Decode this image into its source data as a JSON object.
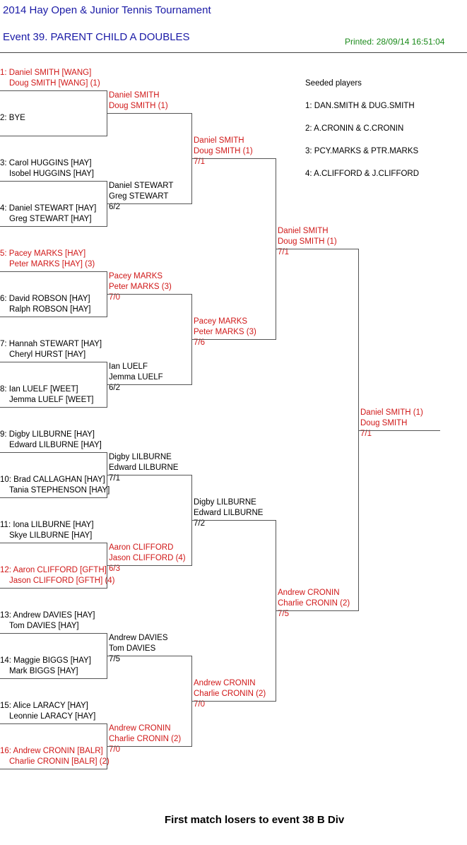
{
  "header": {
    "title": "2014 Hay Open & Junior Tennis Tournament",
    "event": "Event 39. PARENT CHILD A DOUBLES",
    "printed": "Printed: 28/09/14 16:51:04"
  },
  "seeded": {
    "heading": "Seeded players",
    "players": [
      "1: DAN.SMITH & DUG.SMITH",
      "2: A.CRONIN & C.CRONIN",
      "3: PCY.MARKS & PTR.MARKS",
      "4: A.CLIFFORD & J.CLIFFORD"
    ]
  },
  "round1": [
    {
      "l1": "1: Daniel SMITH [WANG]",
      "l2": "Doug SMITH [WANG] (1)",
      "seeded": true
    },
    {
      "l1": "2: BYE",
      "l2": "",
      "seeded": false
    },
    {
      "l1": "3: Carol HUGGINS [HAY]",
      "l2": "Isobel HUGGINS [HAY]",
      "seeded": false
    },
    {
      "l1": "4: Daniel STEWART [HAY]",
      "l2": "Greg STEWART [HAY]",
      "seeded": false
    },
    {
      "l1": "5: Pacey MARKS [HAY]",
      "l2": "Peter MARKS [HAY] (3)",
      "seeded": true
    },
    {
      "l1": "6: David ROBSON [HAY]",
      "l2": "Ralph ROBSON [HAY]",
      "seeded": false
    },
    {
      "l1": "7: Hannah STEWART [HAY]",
      "l2": "Cheryl HURST [HAY]",
      "seeded": false
    },
    {
      "l1": "8: Ian LUELF [WEET]",
      "l2": "Jemma LUELF [WEET]",
      "seeded": false
    },
    {
      "l1": "9: Digby LILBURNE [HAY]",
      "l2": "Edward LILBURNE [HAY]",
      "seeded": false
    },
    {
      "l1": "10: Brad CALLAGHAN [HAY]",
      "l2": "Tania STEPHENSON [HAY]",
      "seeded": false
    },
    {
      "l1": "11: Iona LILBURNE [HAY]",
      "l2": "Skye LILBURNE [HAY]",
      "seeded": false
    },
    {
      "l1": "12: Aaron CLIFFORD [GFTH]",
      "l2": "Jason CLIFFORD [GFTH] (4)",
      "seeded": true
    },
    {
      "l1": "13: Andrew DAVIES [HAY]",
      "l2": "Tom DAVIES [HAY]",
      "seeded": false
    },
    {
      "l1": "14: Maggie BIGGS [HAY]",
      "l2": "Mark BIGGS [HAY]",
      "seeded": false
    },
    {
      "l1": "15: Alice LARACY [HAY]",
      "l2": "Leonnie LARACY [HAY]",
      "seeded": false
    },
    {
      "l1": "16: Andrew CRONIN [BALR]",
      "l2": "Charlie CRONIN [BALR] (2)",
      "seeded": true
    }
  ],
  "round2": [
    {
      "l1": "Daniel SMITH",
      "l2": "Doug SMITH (1)",
      "score": "",
      "seeded": true
    },
    {
      "l1": "Daniel STEWART",
      "l2": "Greg STEWART",
      "score": "6/2",
      "seeded": false
    },
    {
      "l1": "Pacey MARKS",
      "l2": "Peter MARKS (3)",
      "score": "7/0",
      "seeded": true
    },
    {
      "l1": "Ian LUELF",
      "l2": "Jemma LUELF",
      "score": "6/2",
      "seeded": false
    },
    {
      "l1": "Digby LILBURNE",
      "l2": "Edward LILBURNE",
      "score": "7/1",
      "seeded": false
    },
    {
      "l1": "Aaron CLIFFORD",
      "l2": "Jason CLIFFORD (4)",
      "score": "6/3",
      "seeded": true
    },
    {
      "l1": "Andrew DAVIES",
      "l2": "Tom DAVIES",
      "score": "7/5",
      "seeded": false
    },
    {
      "l1": "Andrew CRONIN",
      "l2": "Charlie CRONIN (2)",
      "score": "7/0",
      "seeded": true
    }
  ],
  "round3": [
    {
      "l1": "Daniel SMITH",
      "l2": "Doug SMITH (1)",
      "score": "7/1",
      "seeded": true
    },
    {
      "l1": "Pacey MARKS",
      "l2": "Peter MARKS (3)",
      "score": "7/6",
      "seeded": true
    },
    {
      "l1": "Digby LILBURNE",
      "l2": "Edward LILBURNE",
      "score": "7/2",
      "seeded": false
    },
    {
      "l1": "Andrew CRONIN",
      "l2": "Charlie CRONIN (2)",
      "score": "7/0",
      "seeded": true
    }
  ],
  "round4": [
    {
      "l1": "Daniel SMITH",
      "l2": "Doug SMITH (1)",
      "score": "7/1",
      "seeded": true
    },
    {
      "l1": "Andrew CRONIN",
      "l2": "Charlie CRONIN (2)",
      "score": "7/5",
      "seeded": true
    }
  ],
  "final": [
    {
      "l1": "Daniel SMITH (1)",
      "l2": "Doug SMITH",
      "score": "7/1",
      "seeded": true
    }
  ],
  "footer": "First match losers to event 38 B Div"
}
